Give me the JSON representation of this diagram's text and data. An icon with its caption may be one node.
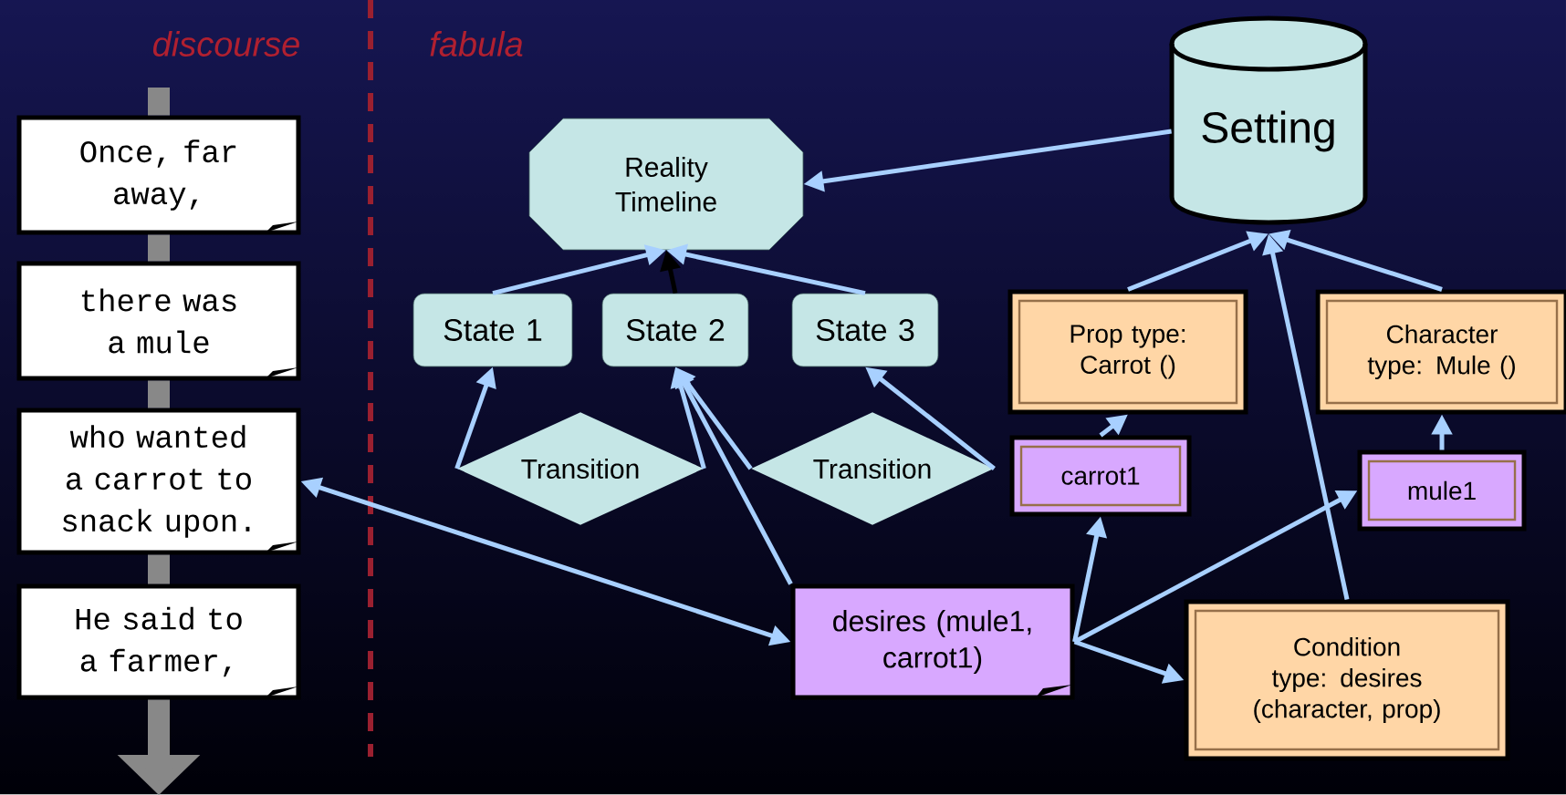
{
  "diagram": {
    "nodes": [
      {
        "text": [
          "Once, far away,"
        ]
      },
      {
        "text": [
          "there was a mule"
        ]
      },
      {
        "text": [
          "who wanted a carrot to snack upon."
        ]
      },
      {
        "text": [
          "He said to a farmer,"
        ]
      },
      {
        "text": [
          "Reality Timeline"
        ]
      },
      {
        "text": [
          "Setting"
        ]
      },
      {
        "text": [
          "State 1"
        ]
      },
      {
        "text": [
          "State 2"
        ]
      },
      {
        "text": [
          "State 3"
        ]
      },
      {
        "text": [
          "Prop type: Carrot ()"
        ]
      },
      {
        "text": [
          "Character type: Mule ()"
        ]
      },
      {
        "text": [
          "Transition"
        ]
      },
      {
        "text": [
          "Transition"
        ]
      },
      {
        "text": [
          "carrot1"
        ]
      },
      {
        "text": [
          "mule1"
        ]
      },
      {
        "text": [
          "desires (mule1, carrot1)"
        ]
      },
      {
        "text": [
          "Condition type: desires (character, prop)"
        ]
      }
    ],
    "edges": [
      {
        "from": 5,
        "to": 4,
        "arrow": "to"
      },
      {
        "from": 6,
        "to": 4,
        "arrow": "to"
      },
      {
        "from": 7,
        "to": 4,
        "arrow": "to",
        "color": "#000000"
      },
      {
        "from": 8,
        "to": 4,
        "arrow": "to"
      },
      {
        "from": 9,
        "to": 5,
        "arrow": "to"
      },
      {
        "from": 10,
        "to": 5,
        "arrow": "to"
      },
      {
        "from": 16,
        "to": 5,
        "arrow": "to"
      },
      {
        "from": 11,
        "to": 6,
        "arrow": "to"
      },
      {
        "from": 11,
        "to": 7,
        "arrow": "to"
      },
      {
        "from": 12,
        "to": 7,
        "arrow": "to"
      },
      {
        "from": 12,
        "to": 8,
        "arrow": "to"
      },
      {
        "from": 15,
        "to": 7,
        "arrow": "to"
      },
      {
        "from": 13,
        "to": 9,
        "arrow": "to"
      },
      {
        "from": 14,
        "to": 10,
        "arrow": "to"
      },
      {
        "from": 15,
        "to": 2,
        "arrow": "both"
      },
      {
        "from": 15,
        "to": 13,
        "arrow": "to"
      },
      {
        "from": 15,
        "to": 14,
        "arrow": "to"
      },
      {
        "from": 15,
        "to": 16,
        "arrow": "to"
      },
      {
        "from": null,
        "to": 0,
        "arrow": "none",
        "style": "thick",
        "color": "#888888"
      },
      {
        "from": 0,
        "to": 1,
        "arrow": "none",
        "style": "thick",
        "color": "#888888"
      },
      {
        "from": 1,
        "to": 2,
        "arrow": "none",
        "style": "thick",
        "color": "#888888"
      },
      {
        "from": 2,
        "to": 3,
        "arrow": "none",
        "style": "thick",
        "color": "#888888"
      },
      {
        "from": 3,
        "to": null,
        "arrow": "to",
        "style": "thick",
        "color": "#888888"
      }
    ],
    "labels": [
      "discourse",
      "fabula"
    ]
  }
}
